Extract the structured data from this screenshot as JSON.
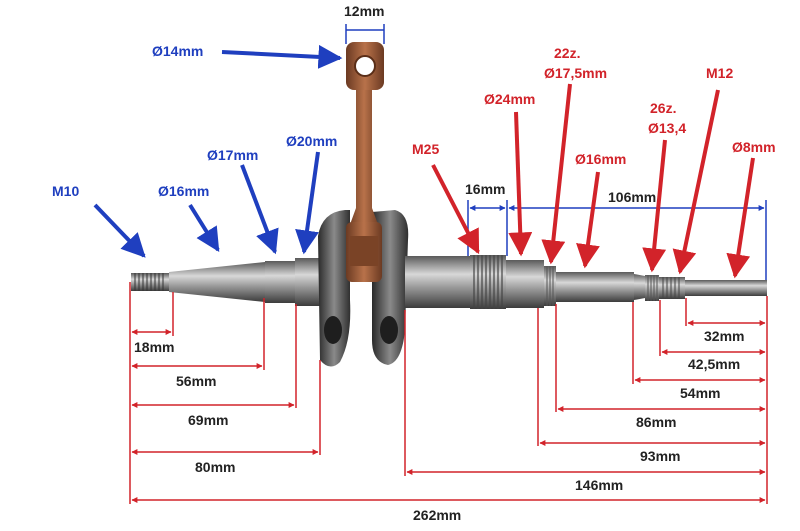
{
  "colors": {
    "blue": "#1f3fbf",
    "red": "#d2232a",
    "metal_dark": "#3a3a3a",
    "metal_light": "#c9c9c9",
    "rod_copper": "#9a5a3a"
  },
  "labels": {
    "rod_width": "12mm",
    "small_end": "Ø14mm",
    "m10": "M10",
    "d16_left": "Ø16mm",
    "d17": "Ø17mm",
    "d20": "Ø20mm",
    "m25": "M25",
    "d24": "Ø24mm",
    "gear22_line1": "22z.",
    "gear22_line2": "Ø17,5mm",
    "d16_right": "Ø16mm",
    "gear26_line1": "26z.",
    "gear26_line2": "Ø13,4",
    "m12": "M12",
    "d8": "Ø8mm"
  },
  "dimensions": {
    "d16mm_top": "16mm",
    "d106mm_top": "106mm",
    "d18": "18mm",
    "d56": "56mm",
    "d69": "69mm",
    "d80": "80mm",
    "d262": "262mm",
    "d32": "32mm",
    "d42_5": "42,5mm",
    "d54": "54mm",
    "d86": "86mm",
    "d93": "93mm",
    "d146": "146mm"
  }
}
